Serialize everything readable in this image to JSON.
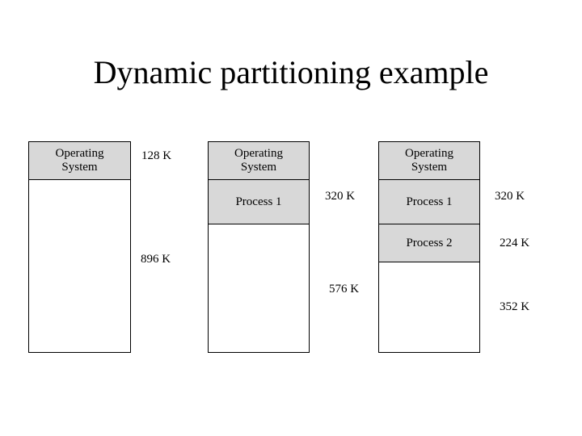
{
  "slide": {
    "title": "Dynamic partitioning example"
  },
  "colors": {
    "background": "#ffffff",
    "partition_fill": "#d8d8d8",
    "border": "#000000",
    "text": "#000000"
  },
  "maps": {
    "initial": {
      "os": {
        "line1": "Operating",
        "line2": "System"
      },
      "sizes": {
        "os": "128 K",
        "free": "896 K"
      }
    },
    "after_process1": {
      "os": {
        "line1": "Operating",
        "line2": "System"
      },
      "process1": "Process 1",
      "sizes": {
        "process1": "320 K",
        "free": "576 K"
      }
    },
    "after_process2": {
      "os": {
        "line1": "Operating",
        "line2": "System"
      },
      "process1": "Process 1",
      "process2": "Process 2",
      "sizes": {
        "process1": "320 K",
        "process2": "224 K",
        "free": "352 K"
      }
    }
  }
}
